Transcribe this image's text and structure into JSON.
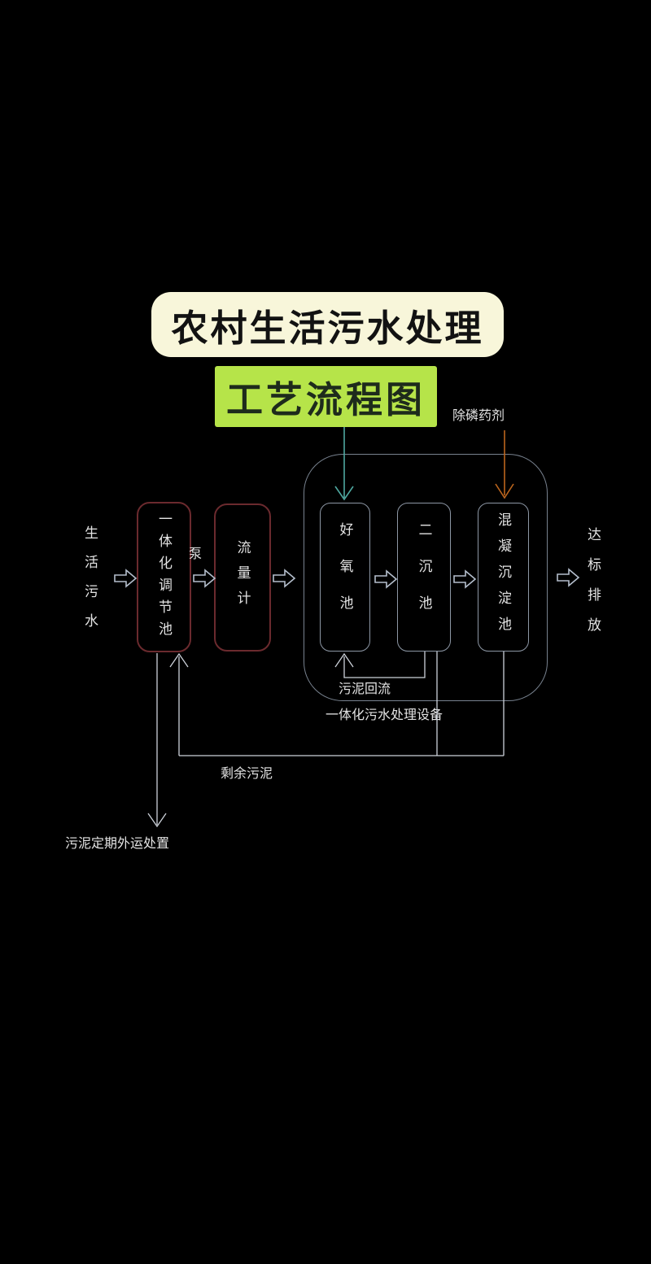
{
  "page": {
    "background": "#000000",
    "text_color": "#e3e3e3"
  },
  "header": {
    "title": "农村生活污水处理",
    "title_bg": "#f8f6da",
    "title_text_color": "#121212",
    "subtitle": "工艺流程图",
    "subtitle_bg": "#b6e449",
    "subtitle_text_color": "#1e2b1c"
  },
  "flow": {
    "influent_label": "生活污水",
    "pump_label": "泵",
    "dosing_label": "除磷药剂",
    "tanks": [
      {
        "label": "一体化调节池",
        "border_color": "#6b2a2e"
      },
      {
        "label": "流量计",
        "border_color": "#6b2a2e"
      },
      {
        "label": "好氧池",
        "border_color": "#8d97a5"
      },
      {
        "label": "二沉池",
        "border_color": "#8d97a5"
      },
      {
        "label": "混凝沉淀池",
        "border_color": "#8d97a5"
      }
    ],
    "unit_container_label": "一体化污水处理设备",
    "sludge_return_label": "污泥回流",
    "excess_sludge_label": "剩余污泥",
    "disposal_label": "污泥定期外运处置",
    "effluent_label": "达标排放",
    "colors": {
      "inlet_arrow": "#4fa8a0",
      "dosing_arrow": "#bc651d",
      "flow_line": "#cdd2da",
      "hollow_arrow_outline": "#b4becc",
      "container_border": "#78828f"
    }
  }
}
